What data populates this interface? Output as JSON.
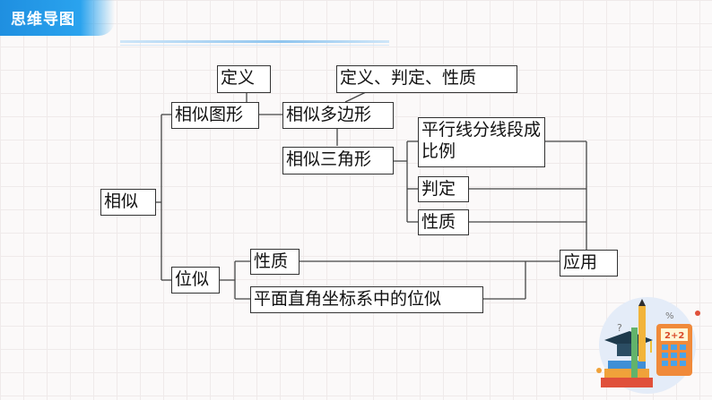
{
  "header": {
    "title": "思维导图"
  },
  "mindmap": {
    "root": "相似",
    "branch_figures": "相似图形",
    "figures_definition": "定义",
    "polygons": "相似多边形",
    "polygons_topics": "定义、判定、性质",
    "triangles": "相似三角形",
    "triangles_proportional_segments": "平行线分线段成比例",
    "triangles_judgement": "判定",
    "triangles_properties": "性质",
    "branch_homothety": "位似",
    "homothety_properties": "性质",
    "homothety_coordinates": "平面直角坐标系中的位似",
    "application": "应用"
  },
  "illustration": {
    "question_mark": "?",
    "calc_display": "2+2",
    "percent": "%"
  },
  "colors": {
    "header_blue": "#1f8fe0",
    "node_border": "#333333",
    "line": "#444444"
  }
}
